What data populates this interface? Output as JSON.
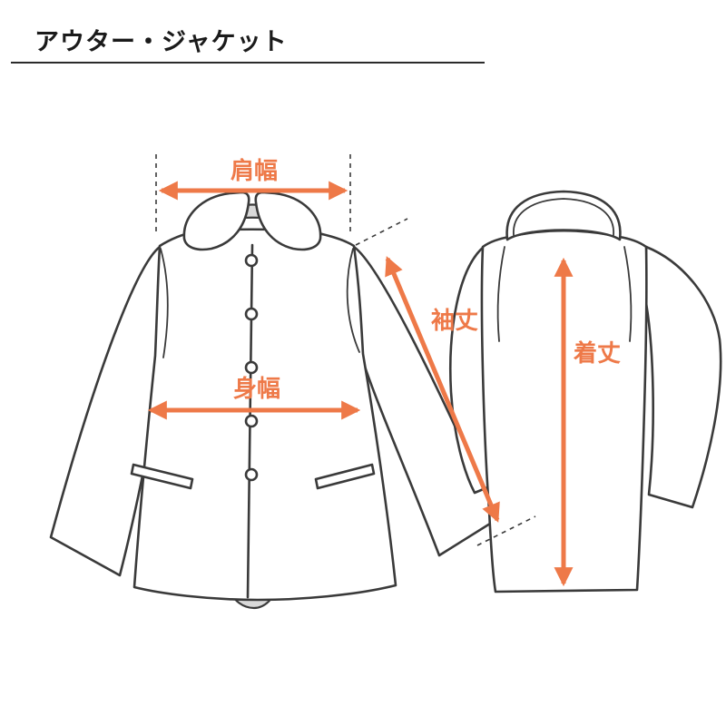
{
  "page": {
    "title": "アウター・ジャケット"
  },
  "colors": {
    "accent": "#EE7948",
    "line": "#3A3A3A",
    "inner_gray": "#D9D9D9",
    "background": "#FFFFFF"
  },
  "measurements": {
    "shoulder_width": "肩幅",
    "body_width": "身幅",
    "sleeve_length": "袖丈",
    "body_length": "着丈"
  }
}
